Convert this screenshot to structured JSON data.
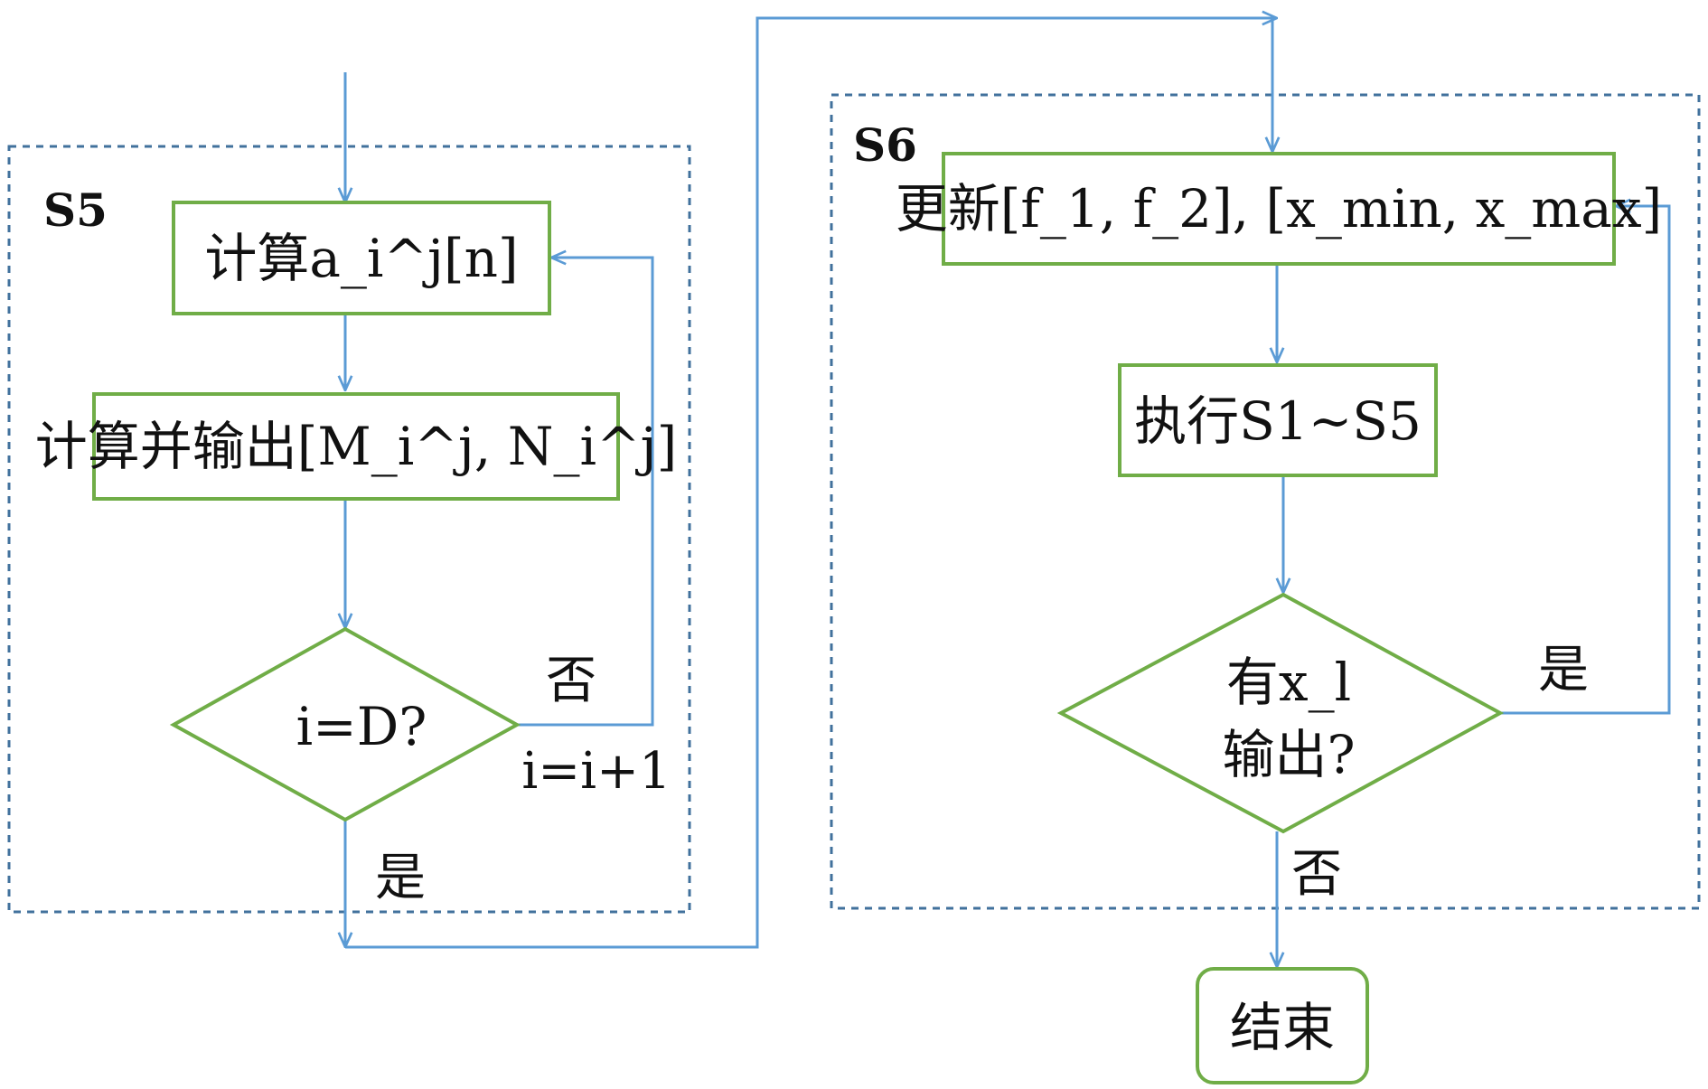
{
  "sections": {
    "s5": "S5",
    "s6": "S6"
  },
  "s5": {
    "compute_a": "计算a_i^j[n]",
    "compute_output": "计算并输出[M_i^j, N_i^j]",
    "decision": "i=D?",
    "no_label": "否",
    "increment_label": "i=i+1",
    "yes_label": "是"
  },
  "s6": {
    "update": "更新[f_1, f_2], [x_min, x_max]",
    "execute": "执行S1~S5",
    "decision_line1": "有x_l",
    "decision_line2": "输出?",
    "yes_label": "是",
    "no_label": "否",
    "end": "结束"
  },
  "colors": {
    "box_border": "#70ad47",
    "connector": "#5b9bd5",
    "dashed_group": "#41719c",
    "text": "#111111"
  }
}
